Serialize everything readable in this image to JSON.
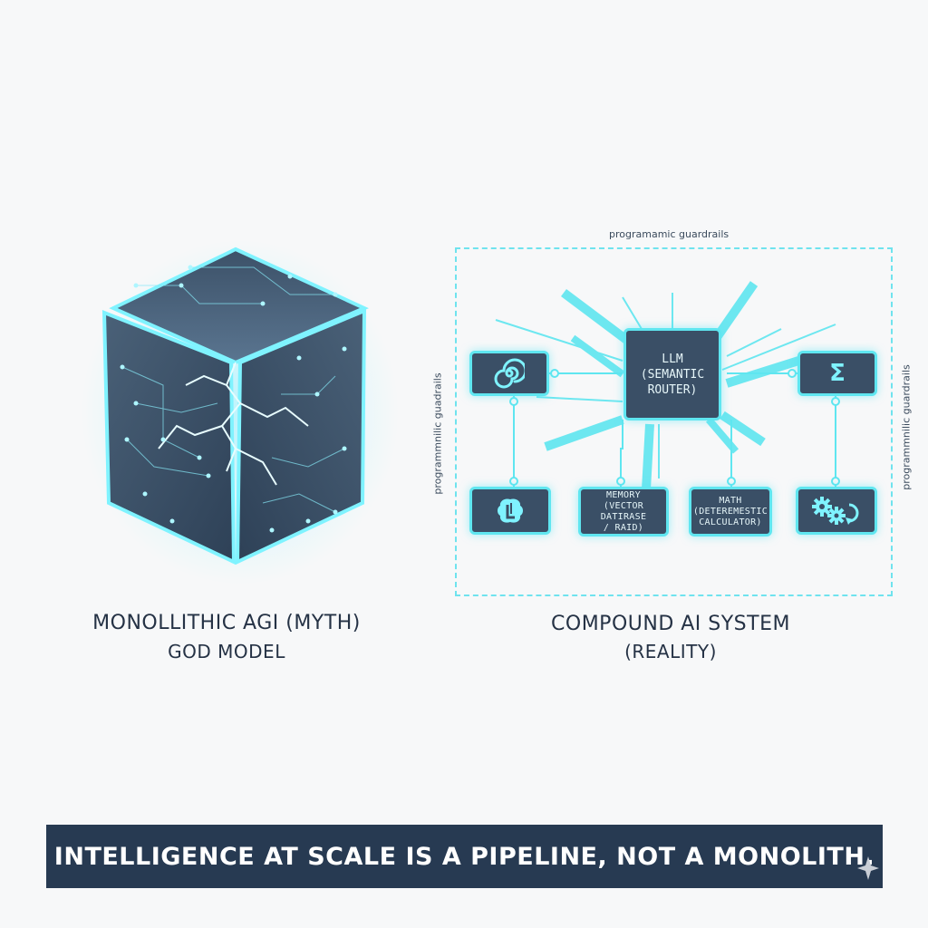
{
  "left_panel": {
    "caption_line1": "MONOLLITHIC AGI (MYTH)",
    "caption_line2": "GOD MODEL"
  },
  "right_panel": {
    "guardrail_label_top": "programamic guardrails",
    "guardrail_label_left": "programmnilic guadrails",
    "guardrail_label_right": "programmnilic guardrails",
    "caption_line1": "COMPOUND AI SYSTEM",
    "caption_line2": "(REALITY)",
    "llm": {
      "line1": "LLM",
      "line2": "(SEMANTIC",
      "line3": "ROUTER)"
    },
    "modules": {
      "memory_line1": "MEMORY",
      "memory_line2": "(VECTOR DATIRASE",
      "memory_line3": "/ RAID)",
      "math_line1": "MATH",
      "math_line2": "(DETEREMESTIC",
      "math_line3": "CALCULATOR)"
    },
    "icons": [
      "spiral-icon",
      "sigma-icon",
      "brain-icon",
      "gears-icon"
    ],
    "accent_color": "#5fe6f0",
    "node_fill": "#3a4f66"
  },
  "banner": {
    "text": "INTELLIGENCE AT SCALE IS A PIPELINE, NOT A MONOLITH.",
    "background": "#273a52"
  }
}
